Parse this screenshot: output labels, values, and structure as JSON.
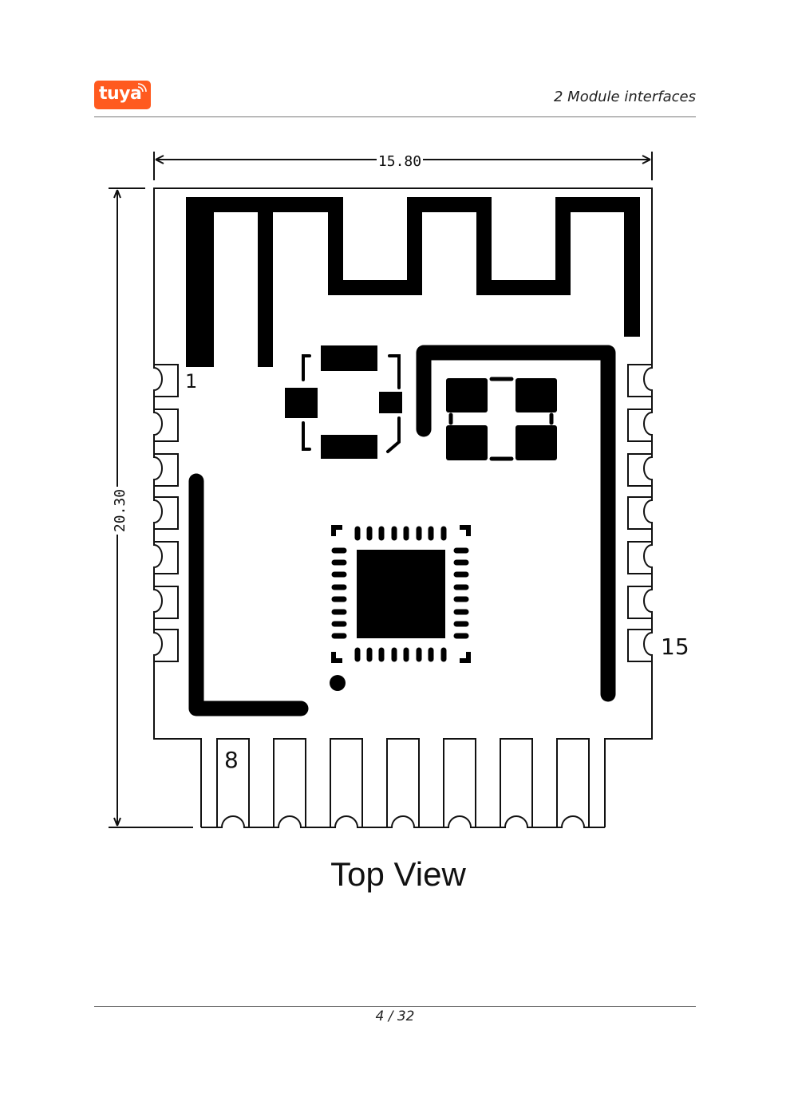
{
  "header": {
    "logo_text": "tuya",
    "section_title": "2  Module interfaces",
    "brand_color": "#ff5a1f"
  },
  "figure": {
    "width_dimension": "15.80",
    "height_dimension": "20.30",
    "pin_labels": {
      "first": "1",
      "bottom_first": "8",
      "right_last": "15"
    },
    "caption": "Top View",
    "left_pin_count": 7,
    "bottom_pin_count": 7,
    "right_pin_count": 7,
    "qfn_pads_per_side": 8
  },
  "footer": {
    "page": "4 / 32"
  }
}
